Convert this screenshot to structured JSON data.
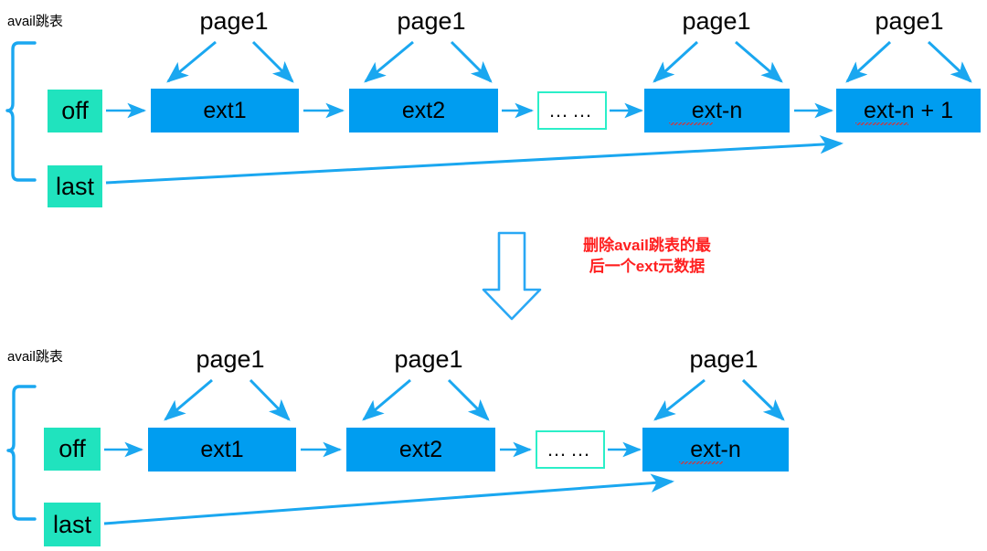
{
  "diagram": {
    "background": "#ffffff",
    "colors": {
      "ext_box": "#009DF0",
      "pointer_box": "#20E3BE",
      "ellipsis_border": "#2BEFC8",
      "arrow": "#1AA7F0",
      "note_text": "#FF2020",
      "text": "#000000"
    },
    "top_section": {
      "title": "avail跳表",
      "pointers": [
        {
          "label": "off"
        },
        {
          "label": "last"
        }
      ],
      "page_labels": [
        "page1",
        "page1",
        "page1",
        "page1"
      ],
      "nodes": [
        {
          "label": "ext1",
          "kind": "ext"
        },
        {
          "label": "ext2",
          "kind": "ext"
        },
        {
          "label": "……",
          "kind": "ellipsis"
        },
        {
          "label": "ext-n",
          "kind": "ext"
        },
        {
          "label": "ext-n + 1",
          "kind": "ext"
        }
      ]
    },
    "transition": {
      "arrow_direction": "down",
      "note": "删除avail跳表的最\n后一个ext元数据"
    },
    "bottom_section": {
      "title": "avail跳表",
      "pointers": [
        {
          "label": "off"
        },
        {
          "label": "last"
        }
      ],
      "page_labels": [
        "page1",
        "page1",
        "page1"
      ],
      "nodes": [
        {
          "label": "ext1",
          "kind": "ext"
        },
        {
          "label": "ext2",
          "kind": "ext"
        },
        {
          "label": "……",
          "kind": "ellipsis"
        },
        {
          "label": "ext-n",
          "kind": "ext"
        }
      ]
    }
  }
}
